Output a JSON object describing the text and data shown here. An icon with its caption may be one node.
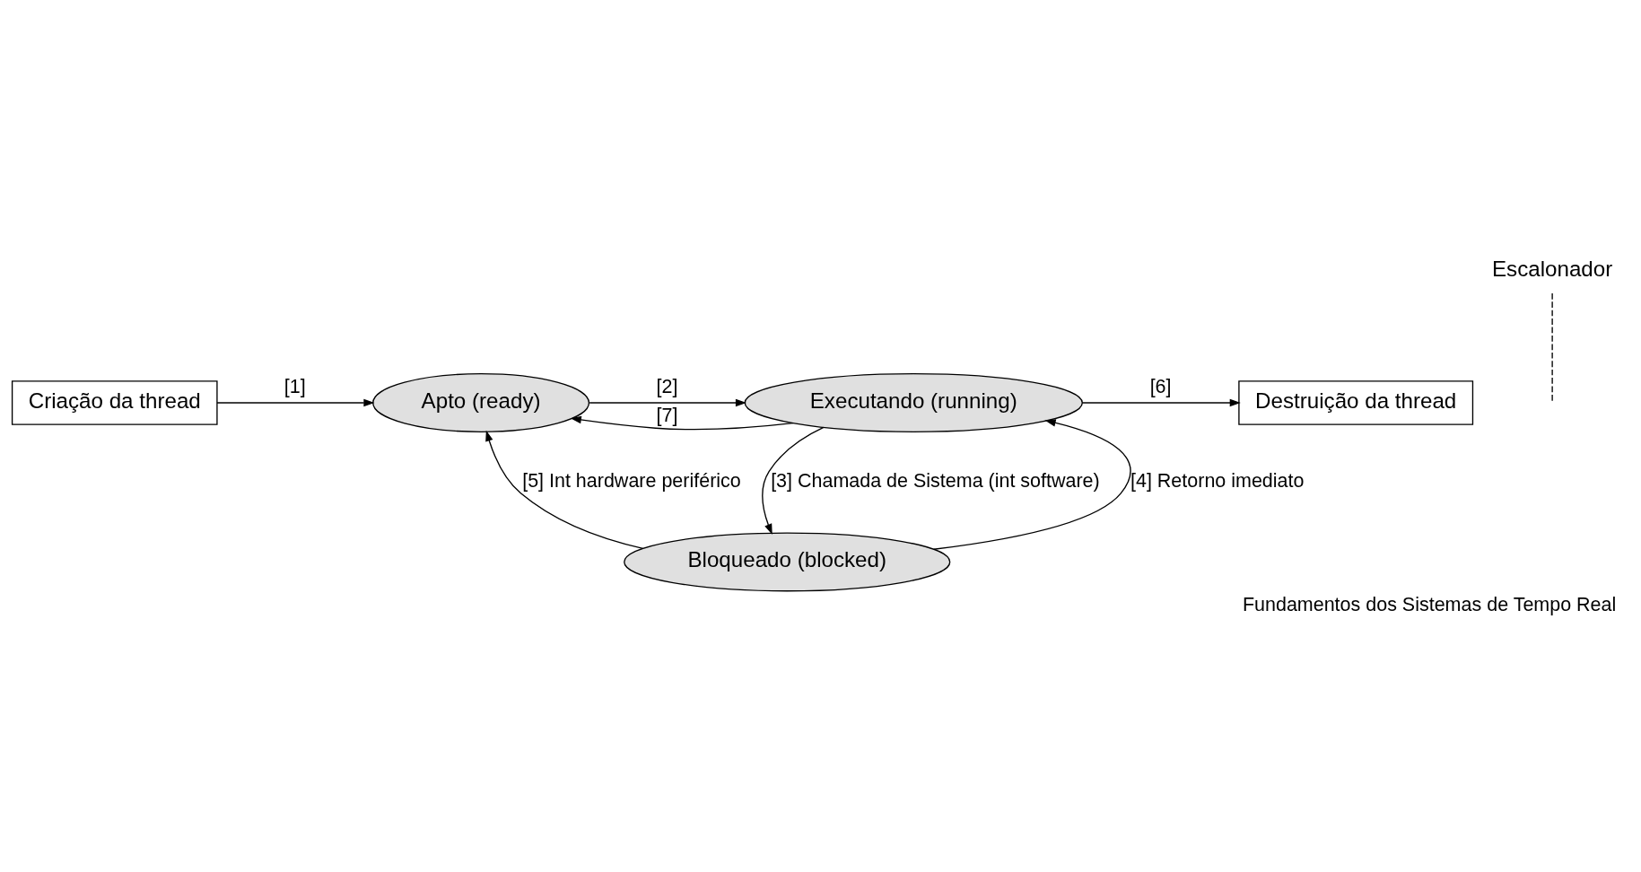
{
  "diagram": {
    "caption": "Fundamentos dos Sistemas de Tempo Real",
    "nodes": [
      {
        "text": [
          "Criação da thread"
        ]
      },
      {
        "text": [
          "Apto (ready)"
        ]
      },
      {
        "text": [
          "Executando (running)"
        ]
      },
      {
        "text": [
          "Destruição da thread"
        ]
      },
      {
        "text": [
          "Bloqueado (blocked)"
        ]
      },
      {
        "text": [
          "Escalonador"
        ]
      }
    ],
    "edges": [
      {
        "from": 0,
        "to": 1,
        "arrow": "to",
        "label": "[1]"
      },
      {
        "from": 1,
        "to": 2,
        "arrow": "to",
        "label": "[2]"
      },
      {
        "from": 2,
        "to": 3,
        "arrow": "to",
        "label": "[6]"
      },
      {
        "from": 2,
        "to": 1,
        "arrow": "to",
        "label": "[7]"
      },
      {
        "from": 4,
        "to": 2,
        "arrow": "to",
        "label": "[4] Retorno imediato"
      },
      {
        "from": 2,
        "to": 4,
        "arrow": "to",
        "label": "[3] Chamada de Sistema (int software)"
      },
      {
        "from": 4,
        "to": 1,
        "arrow": "to",
        "label": "[5] Int hardware periférico"
      },
      {
        "from": 5,
        "to": null,
        "arrow": "none",
        "style": "dashed"
      }
    ]
  }
}
